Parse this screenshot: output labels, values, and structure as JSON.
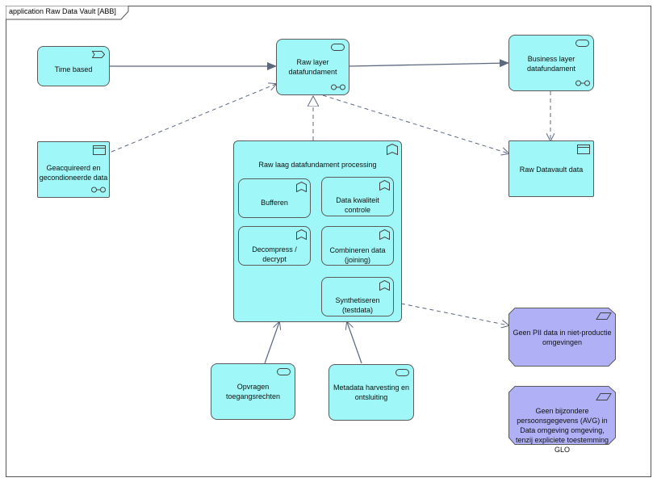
{
  "diagram": {
    "title": "application Raw Data Vault [ABB]"
  },
  "nodes": {
    "time_based": "Time based",
    "raw_layer": "Raw layer\ndatafundament",
    "business_layer": "Business layer\ndatafundament",
    "geacquireerd": "Geacquireerd en\ngecondioneerde data",
    "raw_datavault": "Raw Datavault data",
    "processing": "Raw laag datafundament processing",
    "bufferen": "Bufferen",
    "kwaliteit": "Data kwaliteit\ncontrole",
    "decompress": "Decompress /\ndecrypt",
    "combineren": "Combineren data\n(joining)",
    "synthetiseren": "Synthetiseren\n(testdata)",
    "opvragen": "Opvragen\ntoegangsrechten",
    "metadata": "Metadata harvesting en\nontsluiting",
    "geen_pii": "Geen PII data in niet-productie\nomgevingen",
    "geen_avg": "Geen bijzondere\npersoonsgegevens (AVG) in\nData omgeving omgeving,\ntenzij expliciete toestemming\nGLO"
  },
  "colors": {
    "node_fill": "#9ff7f7",
    "principle_fill": "#b0b0f7",
    "edge": "#4a5a7a"
  }
}
